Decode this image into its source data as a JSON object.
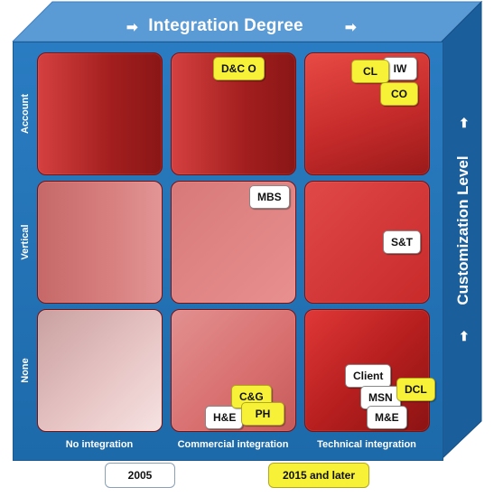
{
  "diagram": {
    "top_axis_title": "Integration Degree",
    "side_axis_title": "Customization Level",
    "arrow_right_glyph": "➡",
    "arrow_up_glyph": "⬆",
    "row_labels": [
      "Account",
      "Vertical",
      "None"
    ],
    "column_labels": [
      "No integration",
      "Commercial integration",
      "Technical integration"
    ],
    "tags": {
      "dco": "D&C O",
      "cl": "CL",
      "iw": "IW",
      "co": "CO",
      "mbs": "MBS",
      "st": "S&T",
      "cg": "C&G",
      "he": "H&E",
      "ph": "PH",
      "client": "Client",
      "msn": "MSN",
      "dcl": "DCL",
      "me": "M&E"
    },
    "legend": {
      "white_label": "2005",
      "yellow_label": "2015 and later"
    },
    "colors": {
      "frame_blue": "#1f6fb2",
      "top_blue": "#5b9bd5",
      "side_blue": "#1a5f9c",
      "cell_red": "#c62b2b",
      "tag_yellow": "#f7f238",
      "tag_white": "#ffffff"
    }
  }
}
